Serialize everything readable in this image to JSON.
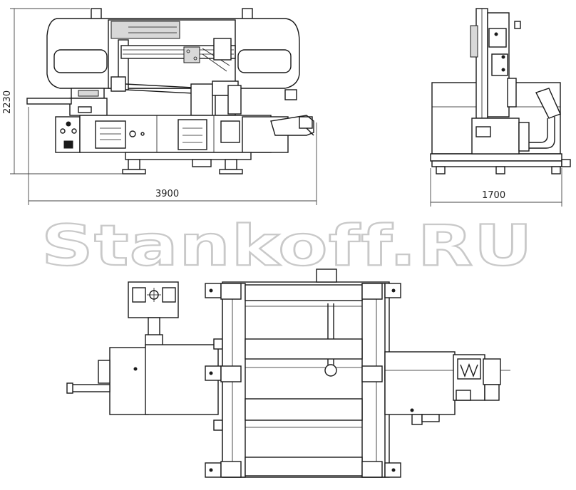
{
  "dimensions": {
    "front_height": "2230",
    "front_length": "3900",
    "side_width": "1700"
  },
  "watermark": "Stankoff.RU"
}
